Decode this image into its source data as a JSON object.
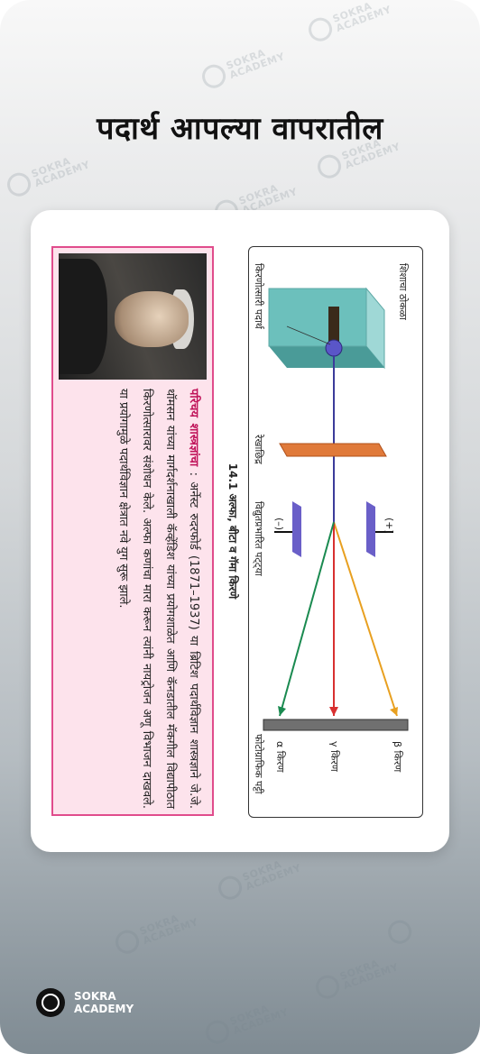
{
  "page": {
    "title": "पदार्थ आपल्या वापरातील"
  },
  "watermark": {
    "line1": "SOKRA",
    "line2": "ACADEMY"
  },
  "diagram": {
    "caption": "14.1 अल्फा, बीटा व गॅमा किरणे",
    "labels": {
      "lead_block": "शिशाचा ठोकळा",
      "radioactive": "किरणोत्सारी पदार्थ",
      "slit": "रेखाछिद्र",
      "plus": "(+)",
      "minus": "(–)",
      "plates": "विद्युतप्रभारित पट्ट्या",
      "beta": "β किरण",
      "gamma": "γ किरण",
      "alpha": "α किरण",
      "film": "फोटोग्राफिक पट्टी"
    },
    "colors": {
      "beta": "#e8a020",
      "gamma": "#d83030",
      "alpha": "#1a8a50",
      "beam": "#3b3b9a"
    }
  },
  "bio": {
    "heading": "परिचय शास्त्रज्ञांचा",
    "text": ": अर्नेस्ट रुदरफोर्ड (1871–1937) या ब्रिटिश पदार्थविज्ञान शास्त्रज्ञाने जे.जे. थॉमसन यांच्या मार्गदर्शनाखाली कॅव्हेंडिश यांच्या प्रयोगशाळेत आणि कॅनडातील मॅकगील विद्यापीठात किरणोत्सारावर संशोधन केले. अल्फा कणांचा मारा करून त्यांनी नायट्रोजन अणू विभाजन दाखवले. या प्रयोगामुळे पदार्थविज्ञान क्षेत्रात नवे युग सुरू झाले."
  },
  "footer": {
    "brand_line1": "SOKRA",
    "brand_line2": "ACADEMY"
  }
}
